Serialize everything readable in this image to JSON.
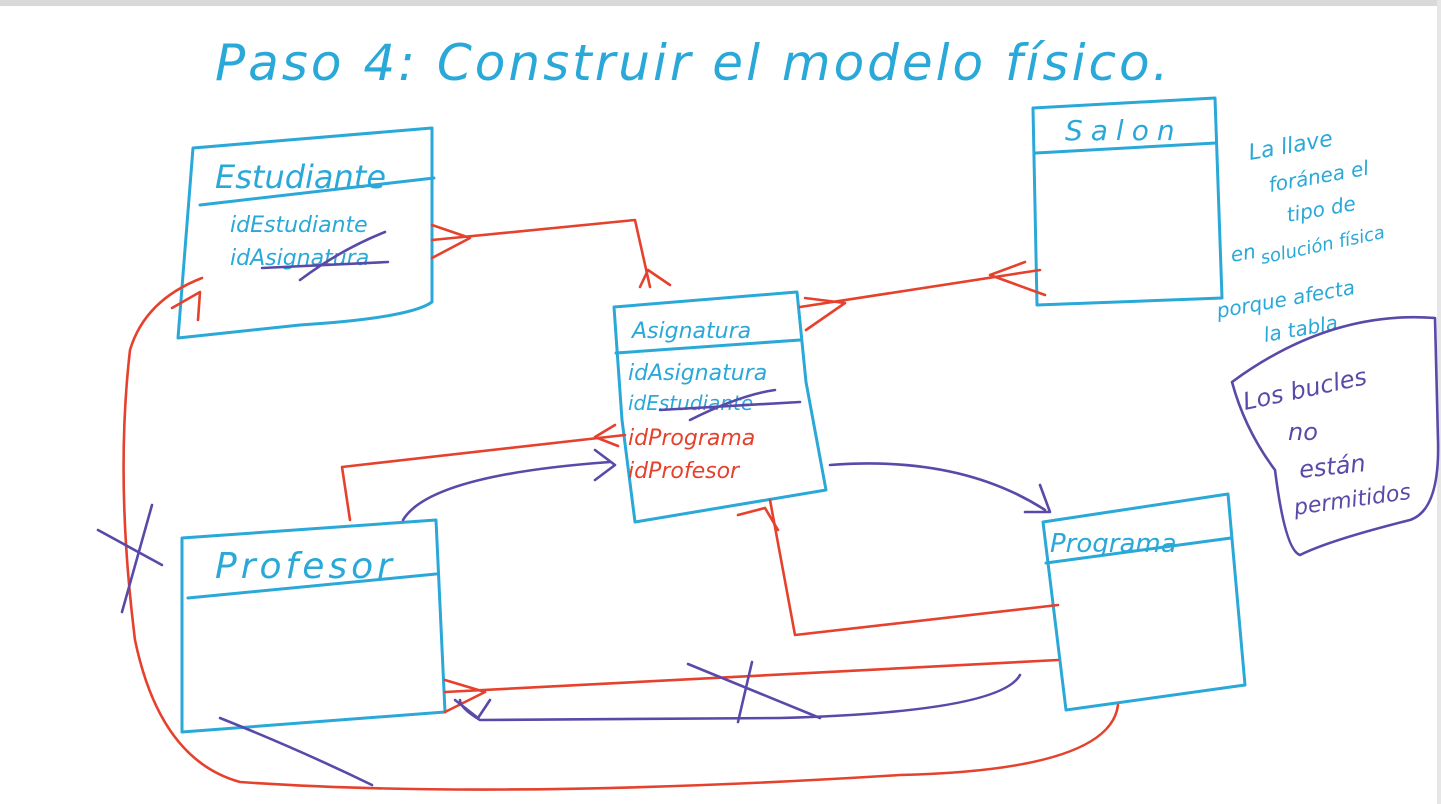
{
  "title": "Paso 4: Construir el modelo físico.",
  "colors": {
    "blue_ink": "#2aa8d8",
    "red_ink": "#e5412d",
    "purple_ink": "#5a49a8"
  },
  "entities": {
    "estudiante": {
      "name": "Estudiante",
      "fields": [
        "idEstudiante",
        "idAsignatura"
      ]
    },
    "salon": {
      "name": "Salon",
      "fields": []
    },
    "asignatura": {
      "name": "Asignatura",
      "fields": [
        "idAsignatura",
        "idEstudiante",
        "idPrograma",
        "idProfesor"
      ]
    },
    "profesor": {
      "name": "Profesor",
      "fields": []
    },
    "programa": {
      "name": "Programa",
      "fields": []
    }
  },
  "notes": {
    "foreign_key_note": [
      "La llave",
      "foránea el",
      "tipo de",
      "en",
      "solución física",
      "porque afecta",
      "la tabla"
    ],
    "loops_note": [
      "Los bucles",
      "no",
      "están",
      "permitidos"
    ]
  }
}
